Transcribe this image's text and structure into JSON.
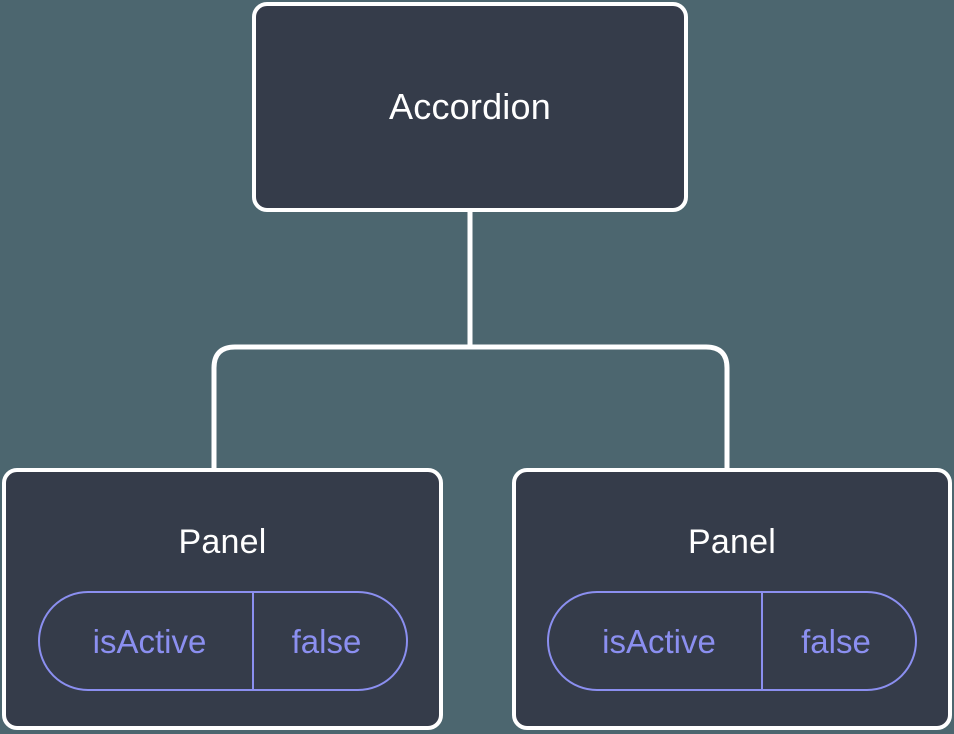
{
  "diagram": {
    "type": "component-tree",
    "background_color": "#4c666f",
    "node_fill_color": "#353c4a",
    "node_border_color": "#ffffff",
    "connector_color": "#ffffff",
    "prop_accent_color": "#8b8ff0",
    "root": {
      "label": "Accordion"
    },
    "children": [
      {
        "label": "Panel",
        "props": [
          {
            "key": "isActive",
            "value": "false"
          }
        ]
      },
      {
        "label": "Panel",
        "props": [
          {
            "key": "isActive",
            "value": "false"
          }
        ]
      }
    ]
  }
}
